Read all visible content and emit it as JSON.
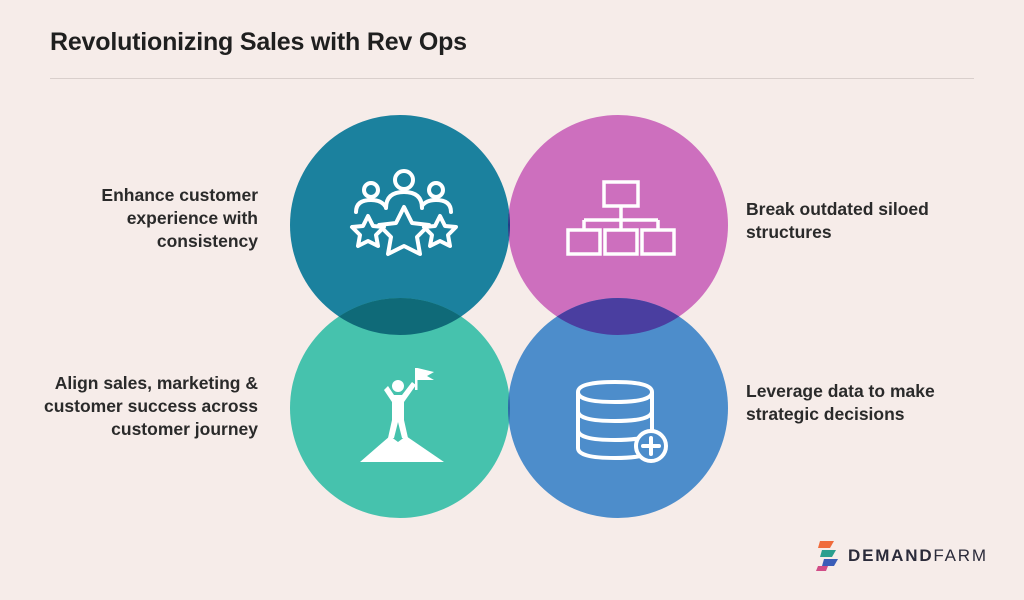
{
  "title": "Revolutionizing Sales with Rev Ops",
  "quadrants": [
    {
      "id": "top-left",
      "label": "Enhance customer experience with consistency",
      "icon": "team-star-icon",
      "color": "#1b819e"
    },
    {
      "id": "top-right",
      "label": "Break outdated siloed structures",
      "icon": "org-chart-icon",
      "color": "#cd6fbe"
    },
    {
      "id": "bottom-left",
      "label": "Align sales, marketing & customer success across customer journey",
      "icon": "summit-flag-icon",
      "color": "#46c2ad"
    },
    {
      "id": "bottom-right",
      "label": "Leverage data to make strategic decisions",
      "icon": "database-add-icon",
      "color": "#4d8dcb"
    }
  ],
  "overlap_colors": {
    "top": "#1f3e85",
    "left": "#0f6a78",
    "right": "#4a3ea0",
    "bottom": "#2c6aa6"
  },
  "logo": {
    "brand_a": "DEMAND",
    "brand_b": "FARM",
    "icon": "demandfarm-logo-icon"
  }
}
